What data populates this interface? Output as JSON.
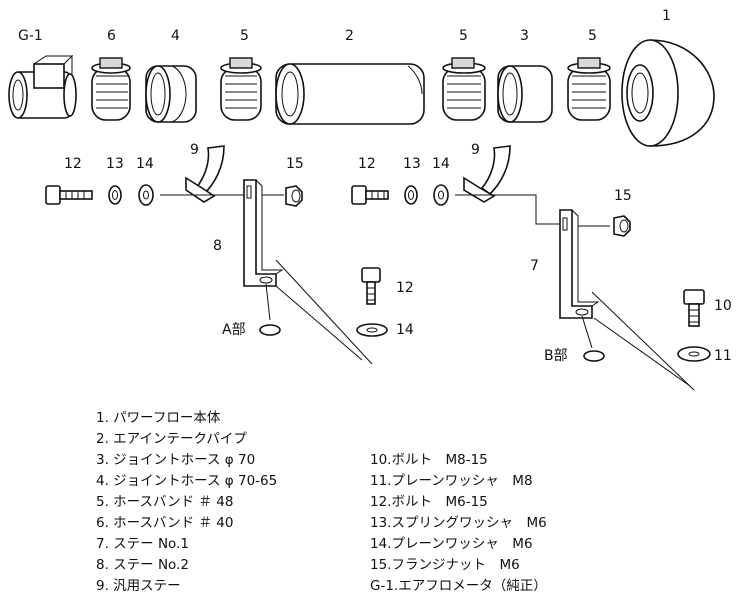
{
  "callouts": {
    "G1": "G-1",
    "p6a": "6",
    "p4": "4",
    "p5a": "5",
    "p2": "2",
    "p5b": "5",
    "p3": "3",
    "p5c": "5",
    "p1": "1",
    "p12a": "12",
    "p13a": "13",
    "p14a": "14",
    "p9a": "9",
    "p15a": "15",
    "p12b": "12",
    "p13b": "13",
    "p14b": "14",
    "p9b": "9",
    "p15b": "15",
    "p8": "8",
    "p7": "7",
    "p12c": "12",
    "p14c": "14",
    "p10": "10",
    "p11": "11",
    "sectionA": "A部",
    "sectionB": "B部"
  },
  "legend_left": [
    "1. パワーフロー本体",
    "2. エアインテークパイプ",
    "3. ジョイントホース φ 70",
    "4. ジョイントホース φ 70-65",
    "5. ホースバンド ＃ 48",
    "6. ホースバンド ＃ 40",
    "7. ステー No.1",
    "8. ステー No.2",
    "9. 汎用ステー"
  ],
  "legend_right": [
    "10.ボルト　M8-15",
    "11.プレーンワッシャ　M8",
    "12.ボルト　M6-15",
    "13.スプリングワッシャ　M6",
    "14.プレーンワッシャ　M6",
    "15.フランジナット　M6",
    "G-1.エアフロメータ（純正）"
  ]
}
